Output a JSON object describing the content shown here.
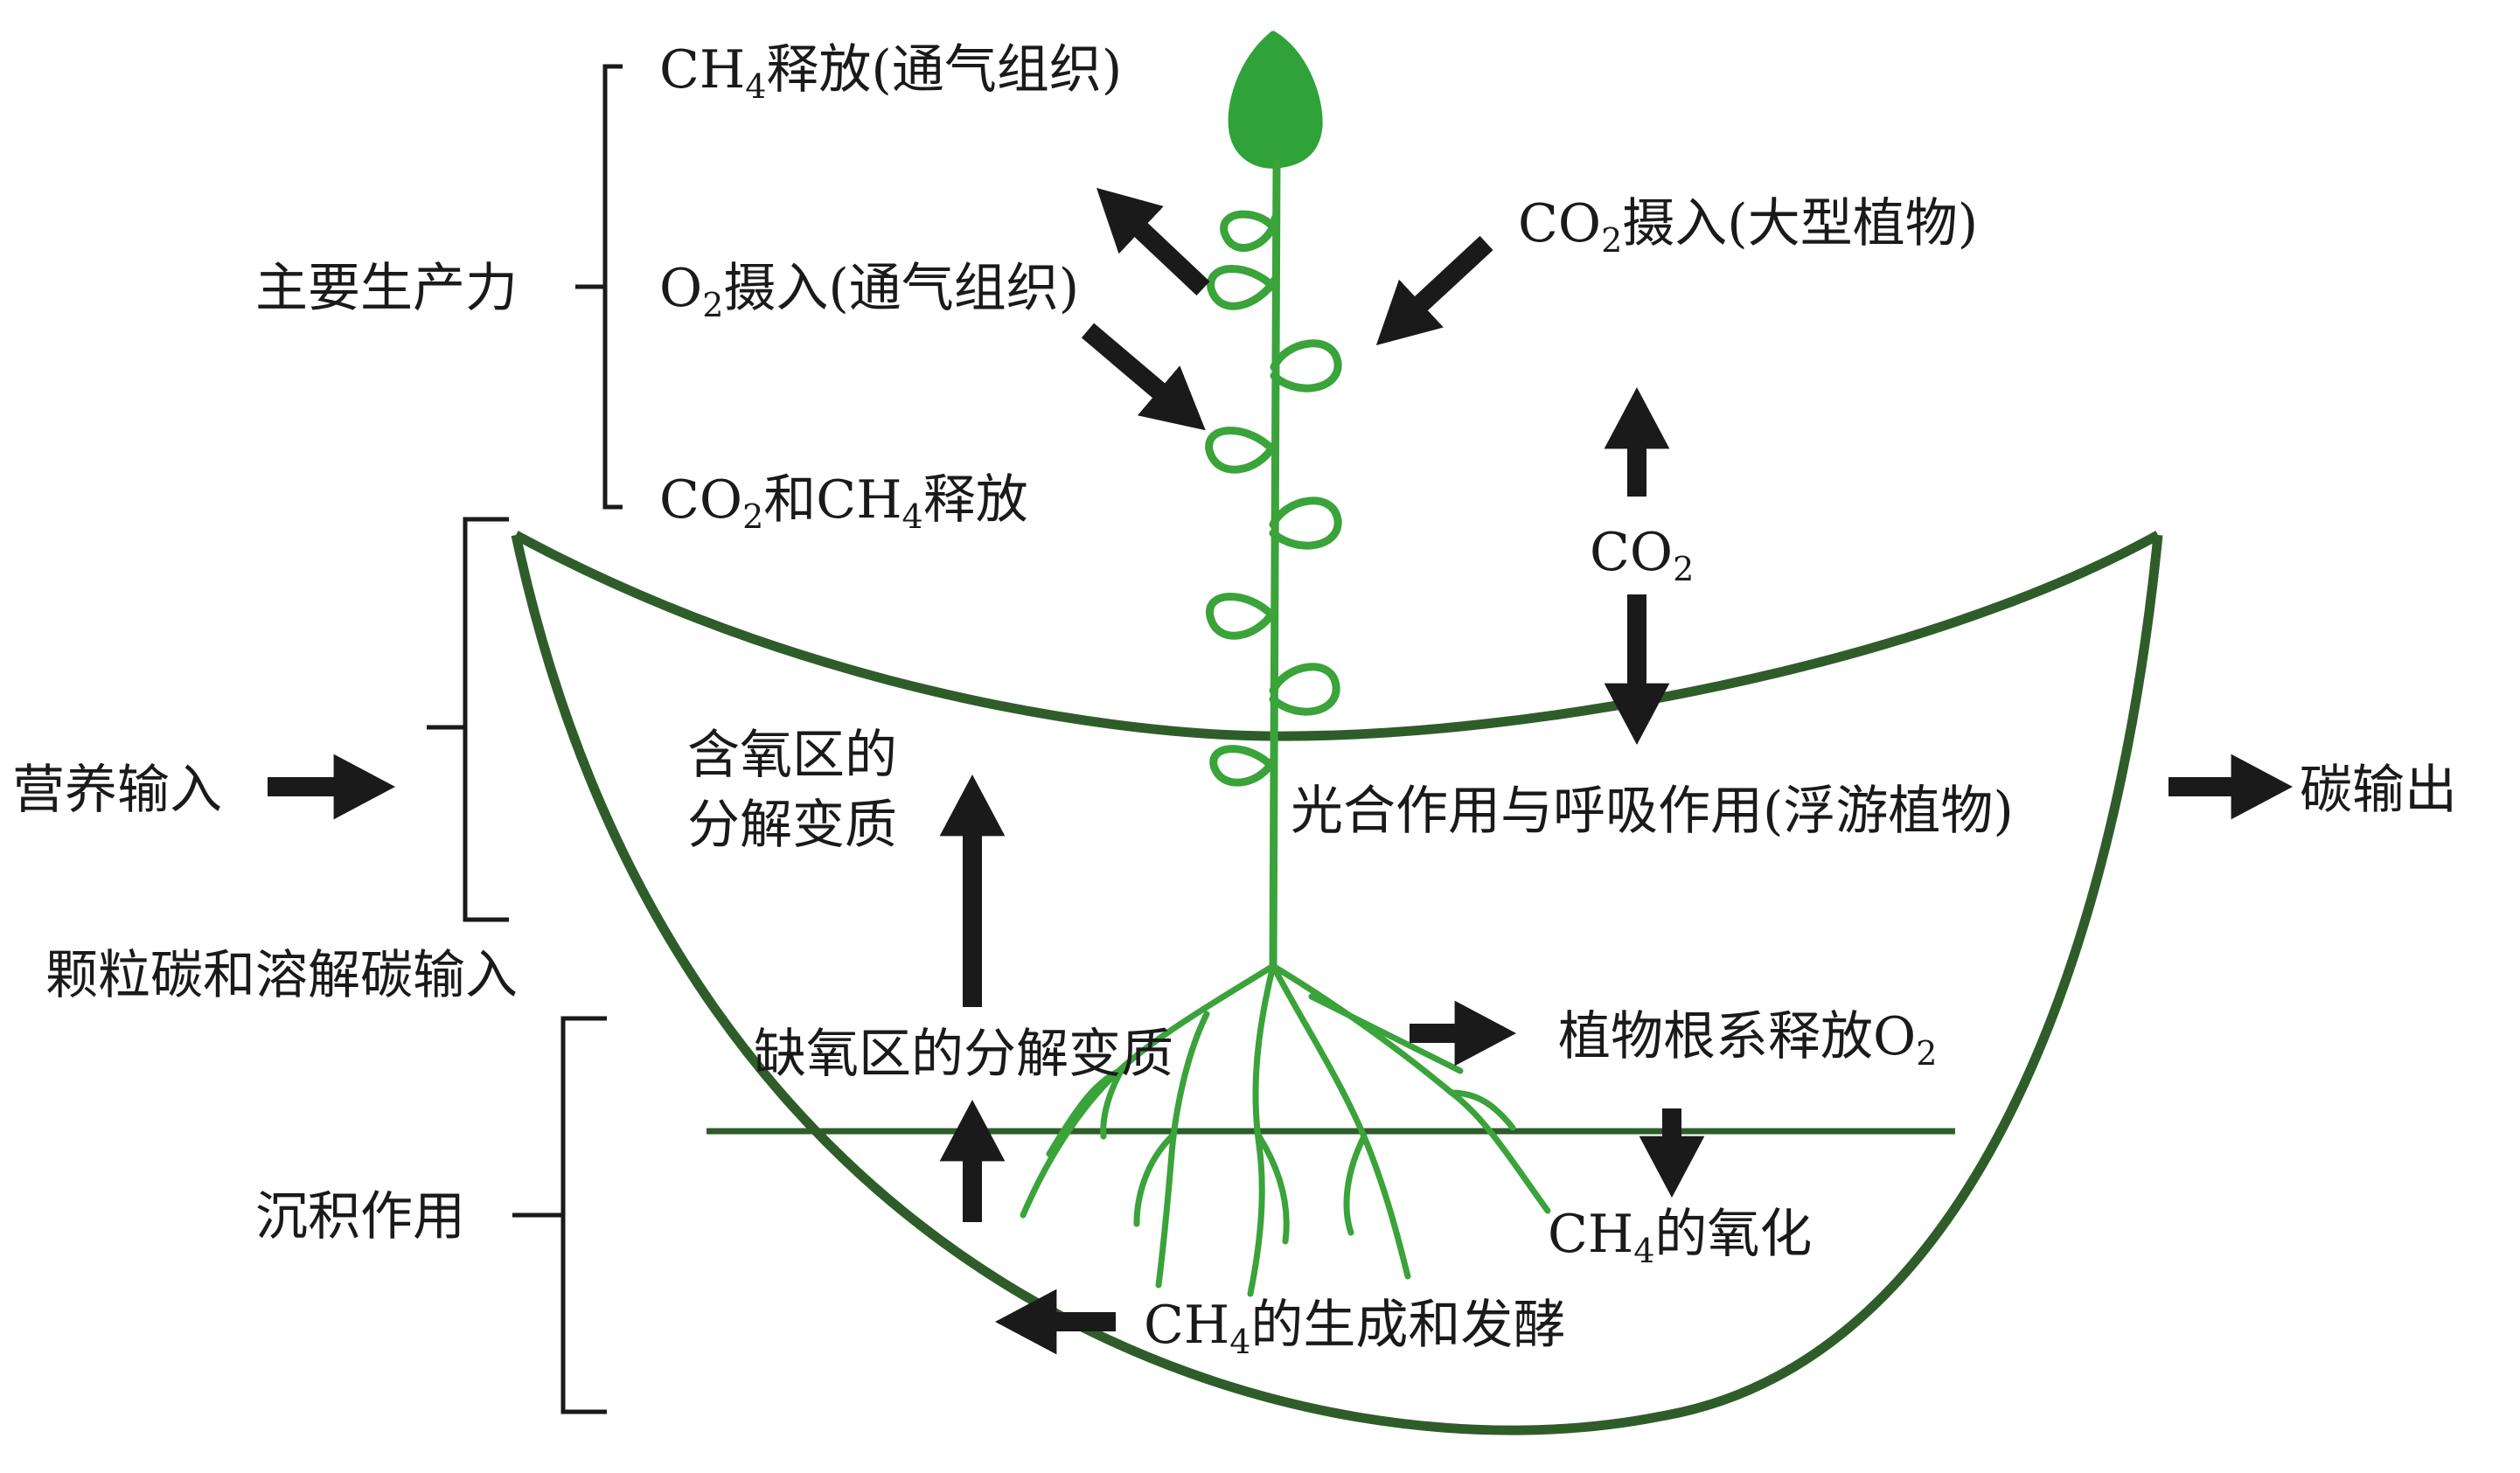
{
  "colors": {
    "basin_outline": "#2f5d2a",
    "plant": "#3aa33a",
    "plant_flower": "#2fa23a",
    "arrow": "#1a1a1a",
    "bracket": "#1a1a1a",
    "text": "#1a1a1a"
  },
  "brackets": {
    "primary_productivity": "主要生产力",
    "input": "颗粒碳和溶解碳输入",
    "sedimentation": "沉积作用"
  },
  "labels": {
    "ch4_release_aerenchyma": {
      "pre": "CH",
      "sub": "4",
      "post": "释放(通气组织)"
    },
    "o2_uptake_aerenchyma": {
      "pre": "O",
      "sub": "2",
      "post": "摄入(通气组织)"
    },
    "co2_ch4_release": {
      "pre": "CO",
      "sub": "2",
      "mid": "和CH",
      "sub2": "4",
      "post": "释放"
    },
    "co2_uptake_macrophyte": {
      "pre": "CO",
      "sub": "2",
      "post": "摄入(大型植物)"
    },
    "co2_exchange": {
      "pre": "CO",
      "sub": "2"
    },
    "nutrient_input": "营养输入",
    "carbon_output": "碳输出",
    "oxic_decomposition_line1": "含氧区的",
    "oxic_decomposition_line2": "分解变质",
    "photosynthesis_respiration": "光合作用与呼吸作用(浮游植物)",
    "anoxic_decomposition": "缺氧区的分解变质",
    "root_o2_release": {
      "pre": "植物根系释放O",
      "sub": "2"
    },
    "ch4_oxidation": {
      "pre": "CH",
      "sub": "4",
      "post": "的氧化"
    },
    "ch4_generation_fermentation": {
      "pre": "CH",
      "sub": "4",
      "post": "的生成和发酵"
    }
  }
}
